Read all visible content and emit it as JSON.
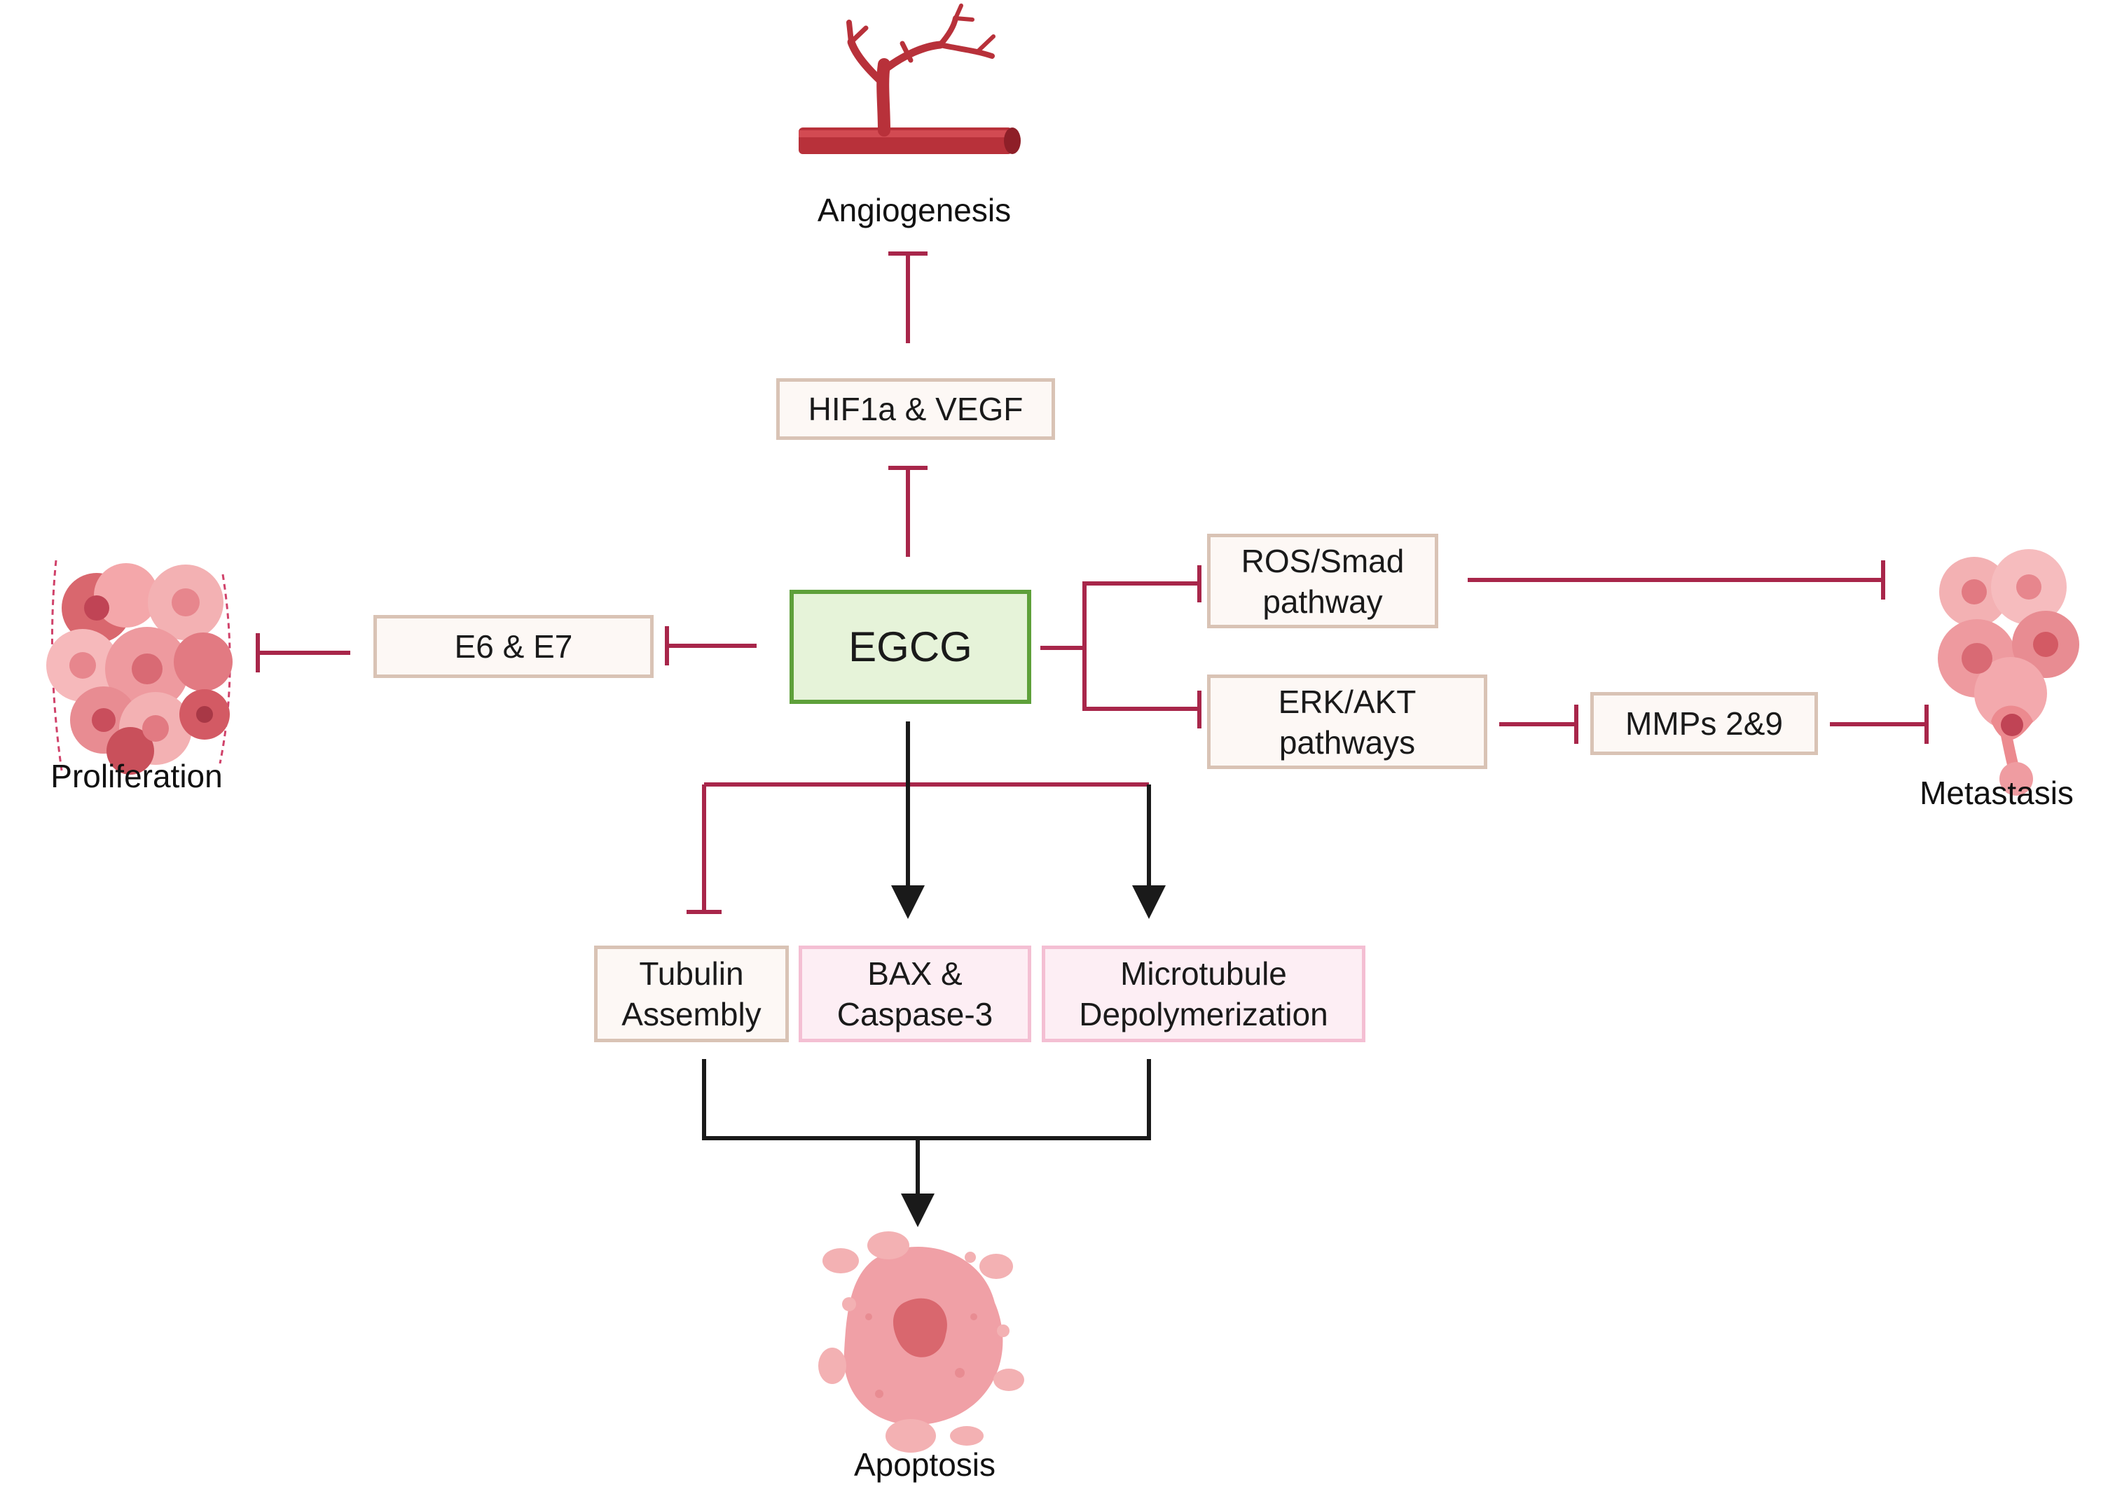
{
  "colors": {
    "inhibit": "#a8264a",
    "activate": "#1a1a1a",
    "box_border": "#d9c3b5",
    "box_fill": "#fdf8f5",
    "pink_border": "#f4bfd3",
    "pink_fill": "#fdeef4",
    "main_border": "#5ea03a",
    "main_fill": "#e6f3d9",
    "vessel": "#b8313a",
    "cell": "#ec8a8f"
  },
  "icons": {
    "angiogenesis": "blood-vessel-icon",
    "proliferation": "tumor-cells-icon",
    "metastasis": "metastatic-cells-icon",
    "apoptosis": "apoptotic-cell-icon"
  },
  "nodes": {
    "egcg": "EGCG",
    "hif_vegf": "HIF1a & VEGF",
    "e6_e7": "E6 & E7",
    "ros_smad": [
      "ROS/Smad",
      "pathway"
    ],
    "erk_akt": [
      "ERK/AKT",
      "pathways"
    ],
    "mmps": "MMPs 2&9",
    "tubulin": [
      "Tubulin",
      "Assembly"
    ],
    "bax": [
      "BAX &",
      "Caspase-3"
    ],
    "microtubule": [
      "Microtubule",
      "Depolymerization"
    ]
  },
  "outcomes": {
    "angiogenesis": "Angiogenesis",
    "proliferation": "Proliferation",
    "metastasis": "Metastasis",
    "apoptosis": "Apoptosis"
  }
}
